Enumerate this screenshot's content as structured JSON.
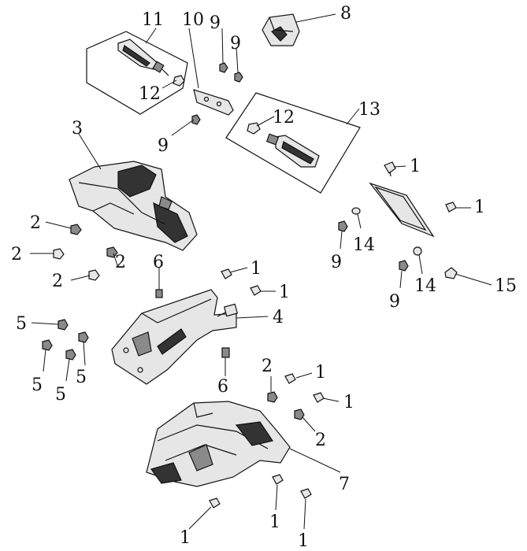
{
  "diagram": {
    "callouts": [
      {
        "id": "c11a",
        "text": "11"
      },
      {
        "id": "c10",
        "text": "10"
      },
      {
        "id": "c9a",
        "text": "9"
      },
      {
        "id": "c9b",
        "text": "9"
      },
      {
        "id": "c8",
        "text": "8"
      },
      {
        "id": "c12a",
        "text": "12"
      },
      {
        "id": "c12b",
        "text": "12"
      },
      {
        "id": "c13",
        "text": "13"
      },
      {
        "id": "c3",
        "text": "3"
      },
      {
        "id": "c9c",
        "text": "9"
      },
      {
        "id": "c1a",
        "text": "1"
      },
      {
        "id": "c1b",
        "text": "1"
      },
      {
        "id": "c2a",
        "text": "2"
      },
      {
        "id": "c2b",
        "text": "2"
      },
      {
        "id": "c2c",
        "text": "2"
      },
      {
        "id": "c2d",
        "text": "2"
      },
      {
        "id": "c14a",
        "text": "14"
      },
      {
        "id": "c9d",
        "text": "9"
      },
      {
        "id": "c6a",
        "text": "6"
      },
      {
        "id": "c1c",
        "text": "1"
      },
      {
        "id": "c1d",
        "text": "1"
      },
      {
        "id": "c14b",
        "text": "14"
      },
      {
        "id": "c9e",
        "text": "9"
      },
      {
        "id": "c15",
        "text": "15"
      },
      {
        "id": "c5a",
        "text": "5"
      },
      {
        "id": "c4",
        "text": "4"
      },
      {
        "id": "c5b",
        "text": "5"
      },
      {
        "id": "c5c",
        "text": "5"
      },
      {
        "id": "c5d",
        "text": "5"
      },
      {
        "id": "c6b",
        "text": "6"
      },
      {
        "id": "c2e",
        "text": "2"
      },
      {
        "id": "c1e",
        "text": "1"
      },
      {
        "id": "c1f",
        "text": "1"
      },
      {
        "id": "c2f",
        "text": "2"
      },
      {
        "id": "c7",
        "text": "7"
      },
      {
        "id": "c1g",
        "text": "1"
      },
      {
        "id": "c1h",
        "text": "1"
      },
      {
        "id": "c1i",
        "text": "1"
      }
    ]
  }
}
